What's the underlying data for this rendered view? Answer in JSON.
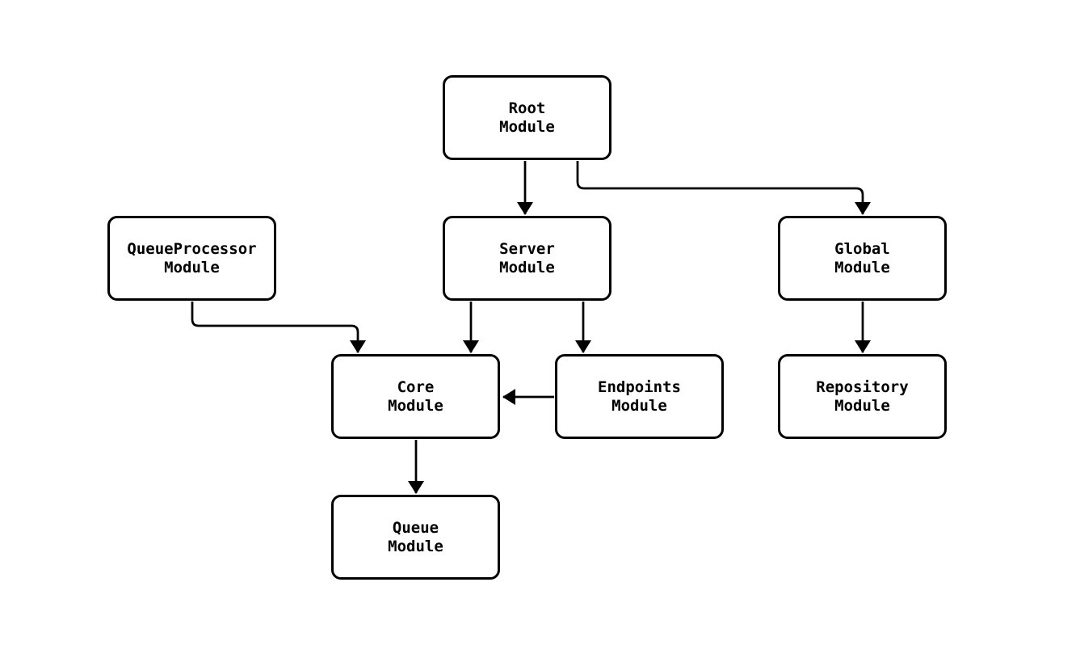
{
  "diagram": {
    "background_color": "#ffffff",
    "stroke_color": "#000000",
    "node_fill_color": "#ffffff",
    "text_color": "#000000",
    "nodes": [
      {
        "id": "root",
        "line1": "Root",
        "line2": "Module"
      },
      {
        "id": "queueprocessor",
        "line1": "QueueProcessor",
        "line2": "Module"
      },
      {
        "id": "server",
        "line1": "Server",
        "line2": "Module"
      },
      {
        "id": "global",
        "line1": "Global",
        "line2": "Module"
      },
      {
        "id": "core",
        "line1": "Core",
        "line2": "Module"
      },
      {
        "id": "endpoints",
        "line1": "Endpoints",
        "line2": "Module"
      },
      {
        "id": "repository",
        "line1": "Repository",
        "line2": "Module"
      },
      {
        "id": "queue",
        "line1": "Queue",
        "line2": "Module"
      }
    ],
    "edges": [
      {
        "from": "root",
        "to": "server"
      },
      {
        "from": "root",
        "to": "global"
      },
      {
        "from": "queueprocessor",
        "to": "core"
      },
      {
        "from": "server",
        "to": "core"
      },
      {
        "from": "server",
        "to": "endpoints"
      },
      {
        "from": "endpoints",
        "to": "core"
      },
      {
        "from": "global",
        "to": "repository"
      },
      {
        "from": "core",
        "to": "queue"
      }
    ]
  }
}
